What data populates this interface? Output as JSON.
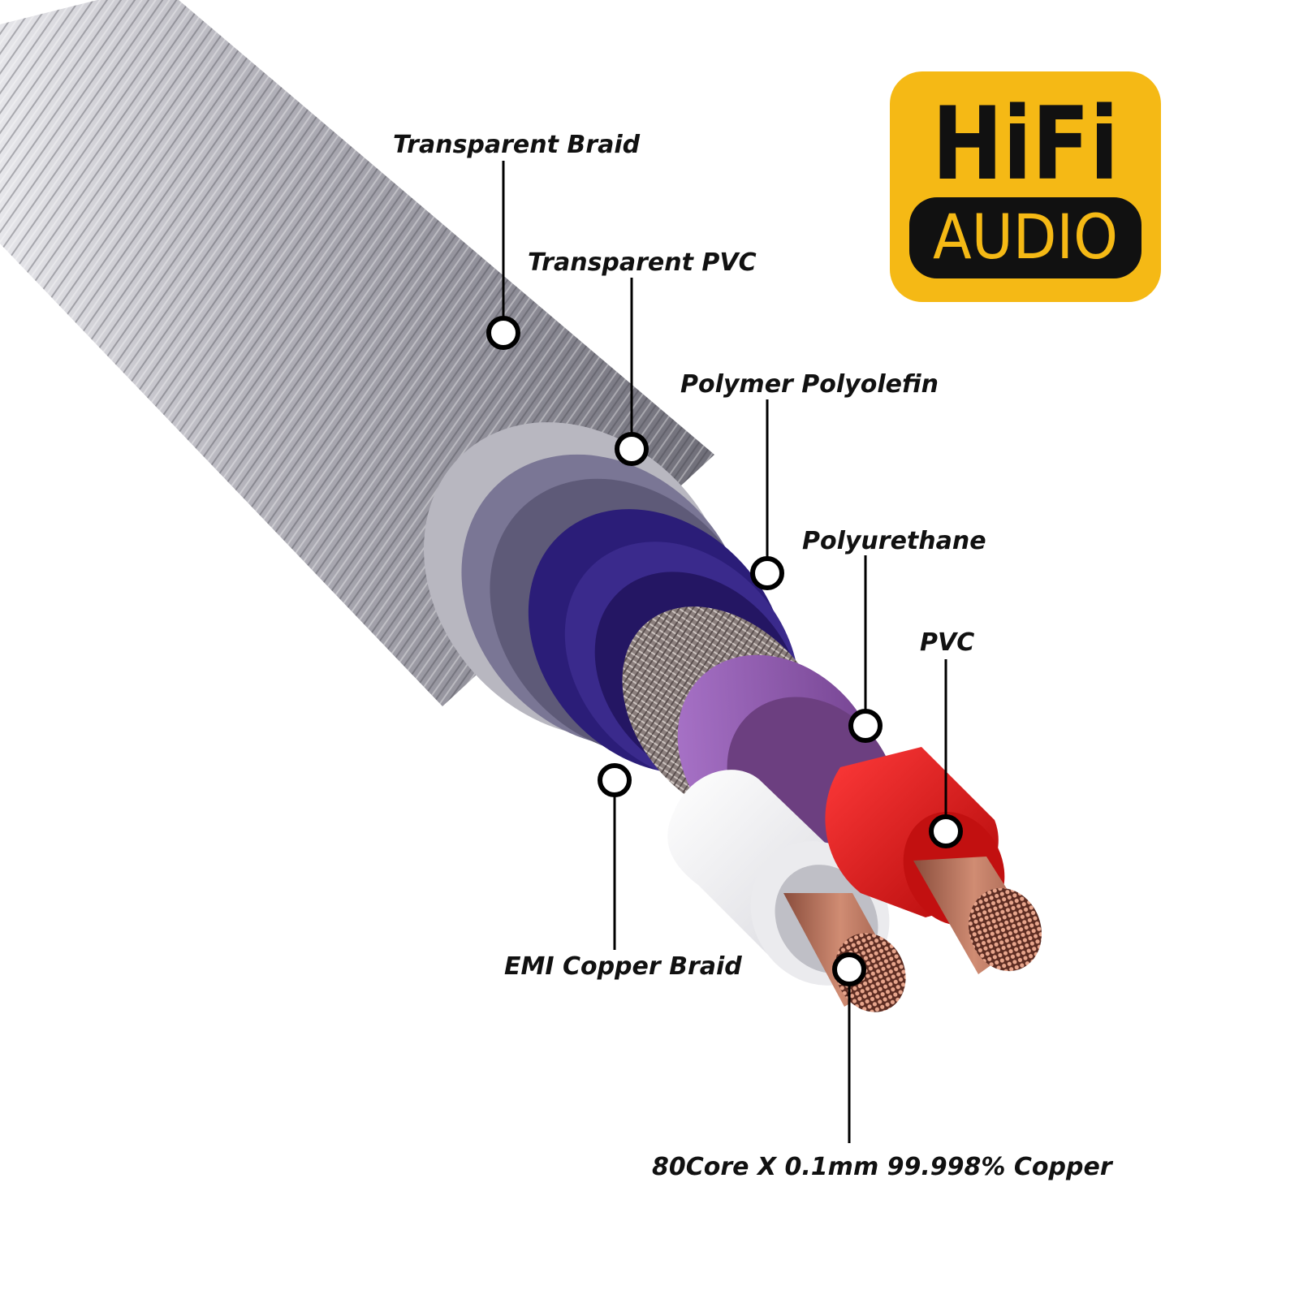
{
  "labels": {
    "transparent_braid": "Transparent Braid",
    "transparent_pvc": "Transparent PVC",
    "polymer_polyolefin": "Polymer Polyolefin",
    "polyurethane": "Polyurethane",
    "pvc": "PVC",
    "emi_copper_braid": "EMI Copper Braid",
    "copper_core": "80Core X 0.1mm 99.998% Copper"
  },
  "badge": {
    "line1": "HiFi",
    "line2": "AUDIO"
  },
  "colors": {
    "badge_yellow": "#f5b915",
    "badge_dark": "#111111",
    "braid": "#a2a1ab",
    "transparent_pvc": "#7b7796",
    "polyolefin": "#2b1d78",
    "emi_braid": "#8a7e7c",
    "polyurethane": "#8c5aa8",
    "white_insulation": "#f2f2f4",
    "red_insulation": "#e01414",
    "copper": "#c07a62"
  }
}
